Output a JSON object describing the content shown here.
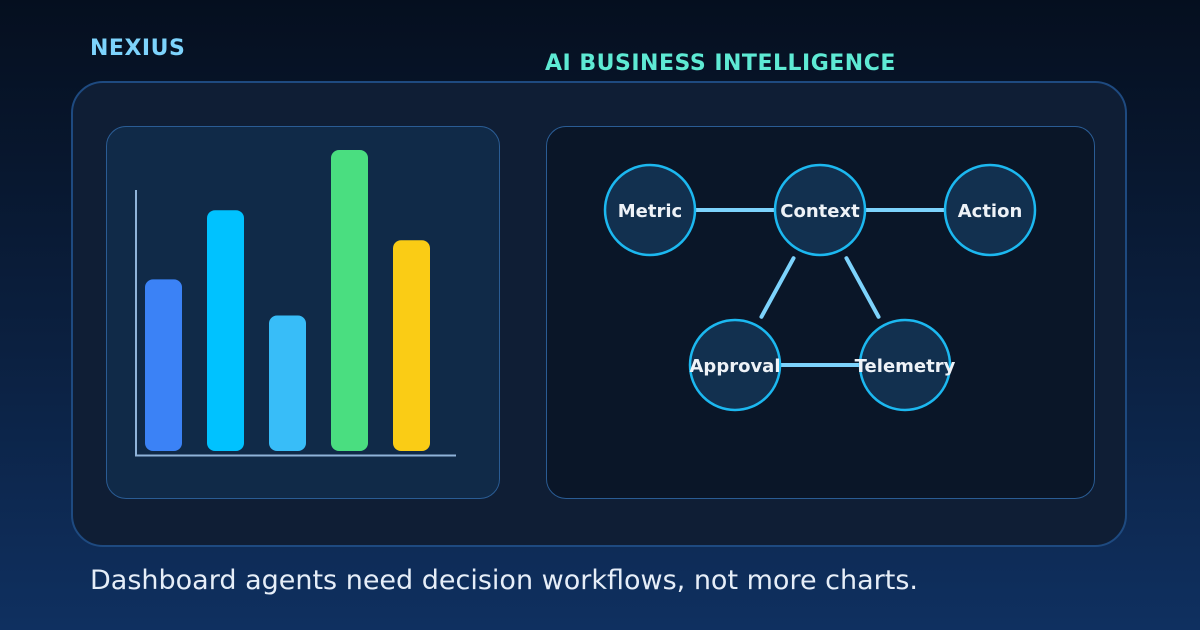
{
  "header": {
    "brand": "NEXIUS",
    "headline": "AI BUSINESS INTELLIGENCE"
  },
  "chart": {
    "bars": [
      {
        "value": 0.57,
        "color": "#3b82f6"
      },
      {
        "value": 0.8,
        "color": "#00c2ff"
      },
      {
        "value": 0.45,
        "color": "#38bdf8"
      },
      {
        "value": 1.0,
        "color": "#4ade80"
      },
      {
        "value": 0.7,
        "color": "#facc15"
      }
    ]
  },
  "diagram": {
    "nodes": [
      {
        "id": "metric",
        "label": "Metric"
      },
      {
        "id": "context",
        "label": "Context"
      },
      {
        "id": "action",
        "label": "Action"
      },
      {
        "id": "approval",
        "label": "Approval"
      },
      {
        "id": "telemetry",
        "label": "Telemetry"
      }
    ],
    "edges": [
      [
        "metric",
        "context"
      ],
      [
        "context",
        "action"
      ],
      [
        "context",
        "approval"
      ],
      [
        "context",
        "telemetry"
      ],
      [
        "approval",
        "telemetry"
      ]
    ]
  },
  "footer": {
    "caption": "Dashboard agents need decision workflows, not more charts."
  },
  "colors": {
    "accent_cyan": "#38bdf8",
    "node_fill": "#12304f",
    "node_stroke": "#1cb8f0",
    "edge": "#7dd3fc"
  }
}
